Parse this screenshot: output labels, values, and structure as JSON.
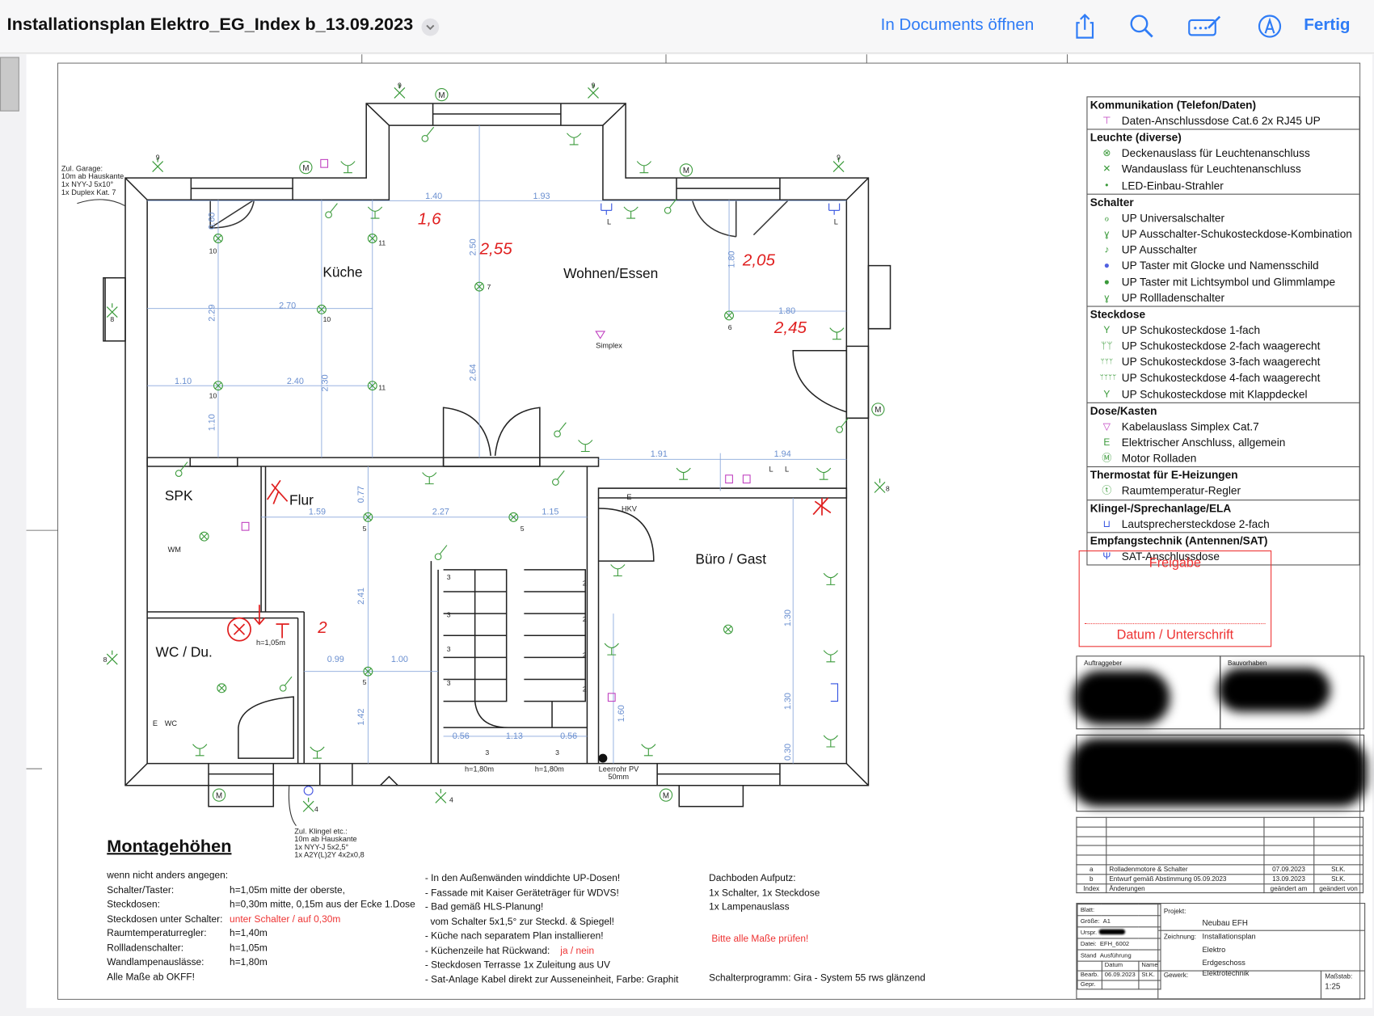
{
  "header": {
    "title": "Installationsplan Elektro_EG_Index b_13.09.2023",
    "open_in": "In Documents öffnen",
    "done": "Fertig",
    "icons": [
      "chevron-down-icon",
      "share-icon",
      "search-icon",
      "markup-icon",
      "autofill-pen-icon"
    ],
    "accent": "#2f7cf6"
  },
  "plan": {
    "rooms": [
      "Küche",
      "Wohnen/Essen",
      "SPK",
      "Flur",
      "Büro / Gast",
      "WC / Du."
    ],
    "dimensions": [
      "1.40",
      "1.93",
      "0.60",
      "2.70",
      "2.29",
      "2.50",
      "1.80",
      "1.80",
      "1.10",
      "2.40",
      "2.30",
      "2.64",
      "1.10",
      "1.91",
      "1.94",
      "0.77",
      "1.59",
      "2.27",
      "1.15",
      "2.41",
      "0.99",
      "1.00",
      "1.30",
      "1.42",
      "1.60",
      "1.30",
      "0.56",
      "1.13",
      "0.56",
      "0.30"
    ],
    "handwritten": [
      "1,6",
      "2,55",
      "2,05",
      "2,45",
      "2"
    ],
    "labels": [
      "Simplex",
      "HKV",
      "WM",
      "WC",
      "h=1,05m",
      "h=1,80m",
      "h=1,80m",
      "Leerrohr PV",
      "50mm",
      "L",
      "L",
      "L",
      "L",
      "E",
      "E"
    ],
    "numbers": [
      "9",
      "9",
      "9",
      "9",
      "8",
      "8",
      "8",
      "7",
      "11",
      "11",
      "10",
      "10",
      "10",
      "6",
      "5",
      "5",
      "5",
      "4",
      "4",
      "3",
      "3",
      "3",
      "3",
      "3",
      "3",
      "2",
      "2",
      "2",
      "2"
    ],
    "garage_note": [
      "Zul. Garage:",
      "10m ab Hauskante",
      "1x NYY-J 5x10°",
      "1x Duplex Kat. 7"
    ],
    "klingel_note": [
      "Zul. Klingel etc.:",
      "10m ab Hauskante",
      "1x NYY-J 5x2,5°",
      "1x A2Y(L)2Y 4x2x0,8"
    ],
    "motor_label": "M"
  },
  "legend": [
    {
      "title": "Kommunikation (Telefon/Daten)",
      "items": [
        {
          "icon": "data-socket-icon",
          "label": "Daten-Anschlussdose Cat.6 2x RJ45  UP"
        }
      ]
    },
    {
      "title": "Leuchte (diverse)",
      "items": [
        {
          "icon": "ceiling-outlet-icon",
          "label": "Deckenauslass für Leuchtenanschluss"
        },
        {
          "icon": "wall-outlet-icon",
          "label": "Wandauslass für Leuchtenanschluss"
        },
        {
          "icon": "led-spot-icon",
          "label": "LED-Einbau-Strahler"
        }
      ]
    },
    {
      "title": "Schalter",
      "items": [
        {
          "icon": "universal-switch-icon",
          "label": "UP Universalschalter"
        },
        {
          "icon": "switch-socket-combo-icon",
          "label": "UP Ausschalter-Schukosteckdose-Kombination"
        },
        {
          "icon": "switch-icon",
          "label": "UP Ausschalter"
        },
        {
          "icon": "bell-button-icon",
          "label": "UP Taster mit Glocke und Namensschild"
        },
        {
          "icon": "light-button-icon",
          "label": "UP Taster mit Lichtsymbol und Glimmlampe"
        },
        {
          "icon": "shutter-switch-icon",
          "label": "UP Rollladenschalter"
        }
      ]
    },
    {
      "title": "Steckdose",
      "items": [
        {
          "icon": "socket-1-icon",
          "label": "UP Schukosteckdose 1-fach"
        },
        {
          "icon": "socket-2-icon",
          "label": "UP Schukosteckdose 2-fach waagerecht"
        },
        {
          "icon": "socket-3-icon",
          "label": "UP Schukosteckdose 3-fach waagerecht"
        },
        {
          "icon": "socket-4-icon",
          "label": "UP Schukosteckdose 4-fach waagerecht"
        },
        {
          "icon": "socket-lid-icon",
          "label": "UP Schukosteckdose mit Klappdeckel"
        }
      ]
    },
    {
      "title": "Dose/Kasten",
      "items": [
        {
          "icon": "simplex-outlet-icon",
          "label": "Kabelauslass Simplex Cat.7"
        },
        {
          "icon": "electric-connection-icon",
          "label": "Elektrischer Anschluss, allgemein"
        },
        {
          "icon": "motor-icon",
          "label": "Motor Rolladen"
        }
      ]
    },
    {
      "title": "Thermostat für E-Heizungen",
      "items": [
        {
          "icon": "thermostat-icon",
          "label": "Raumtemperatur-Regler"
        }
      ]
    },
    {
      "title": "Klingel-/Sprechanlage/ELA",
      "items": [
        {
          "icon": "speaker-socket-icon",
          "label": "Lautsprechersteckdose 2-fach"
        }
      ]
    },
    {
      "title": "Empfangstechnik (Antennen/SAT)",
      "items": [
        {
          "icon": "sat-socket-icon",
          "label": "SAT-Anschlussdose"
        }
      ]
    }
  ],
  "approval": {
    "title": "Freigabe",
    "signature": "Datum / Unterschrift"
  },
  "client_box": {
    "client": "Auftraggeber",
    "project": "Bauvorhaben"
  },
  "revisions": {
    "rows": [
      {
        "index": "a",
        "change": "Rolladenmotore & Schalter",
        "date": "07.09.2023",
        "by": "St.K."
      },
      {
        "index": "b",
        "change": "Entwurf gemäß Abstimmung 05.09.2023",
        "date": "13.09.2023",
        "by": "St.K."
      }
    ],
    "headers": {
      "index": "Index",
      "change": "Änderungen",
      "date": "geändert am",
      "by": "geändert von"
    }
  },
  "titleblock": {
    "sheet": "Blatt:",
    "size_label": "Größe:",
    "size": "A1",
    "orig_label": "Urspr.",
    "file_label": "Datei:",
    "file": "EFH_6002",
    "status_label": "Stand",
    "status": "Ausführung",
    "date_h": "Datum",
    "name_h": "Name",
    "edited_label": "Bearb.",
    "edited_date": "06.09.2023",
    "edited_name": "St.K.",
    "checked_label": "Gepr.",
    "project_label": "Projekt:",
    "project": "Neubau EFH",
    "drawing_label": "Zeichnung:",
    "drawing": [
      "Installationsplan",
      "Elektro",
      "Erdgeschoss"
    ],
    "trade_label": "Gewerk:",
    "trade": "Elektrotechnik",
    "scale_label": "Maßstab:",
    "scale": "1:25"
  },
  "montage": {
    "title": "Montagehöhen",
    "intro": "wenn nicht anders angegen:",
    "rows": [
      {
        "label": "Schalter/Taster:",
        "value": "h=1,05m mitte der oberste,"
      },
      {
        "label": "Steckdosen:",
        "value": "h=0,30m mitte, 0,15m aus der Ecke 1.Dose"
      },
      {
        "label": "Steckdosen unter Schalter:",
        "value": "unter Schalter / auf 0,30m",
        "red": true
      },
      {
        "label": "Raumtemperaturregler:",
        "value": "h=1,40m"
      },
      {
        "label": "Rollladenschalter:",
        "value": "h=1,05m"
      },
      {
        "label": "Wandlampenauslässe:",
        "value": "h=1,80m"
      }
    ],
    "footer": "Alle Maße ab OKFF!",
    "notes": [
      "- In den Außenwänden winddichte UP-Dosen!",
      "- Fassade mit Kaiser Geräteträger für WDVS!",
      "- Bad gemäß HLS-Planung!",
      "  vom Schalter 5x1,5° zur Steckd. & Spiegel!",
      "- Küche nach separatem Plan installieren!",
      "- Küchenzeile hat Rückwand:",
      "- Steckdosen Terrasse 1x Zuleitung aus UV",
      "- Sat-Anlage Kabel direkt zur Ausseneinheit, Farbe: Graphit"
    ],
    "rueckwand_choice": "ja / nein",
    "attic": [
      "Dachboden Aufputz:",
      "1x Schalter, 1x Steckdose",
      "1x Lampenauslass"
    ],
    "check": "Bitte alle Maße prüfen!",
    "program": "Schalterprogramm: Gira - System 55 rws glänzend"
  }
}
